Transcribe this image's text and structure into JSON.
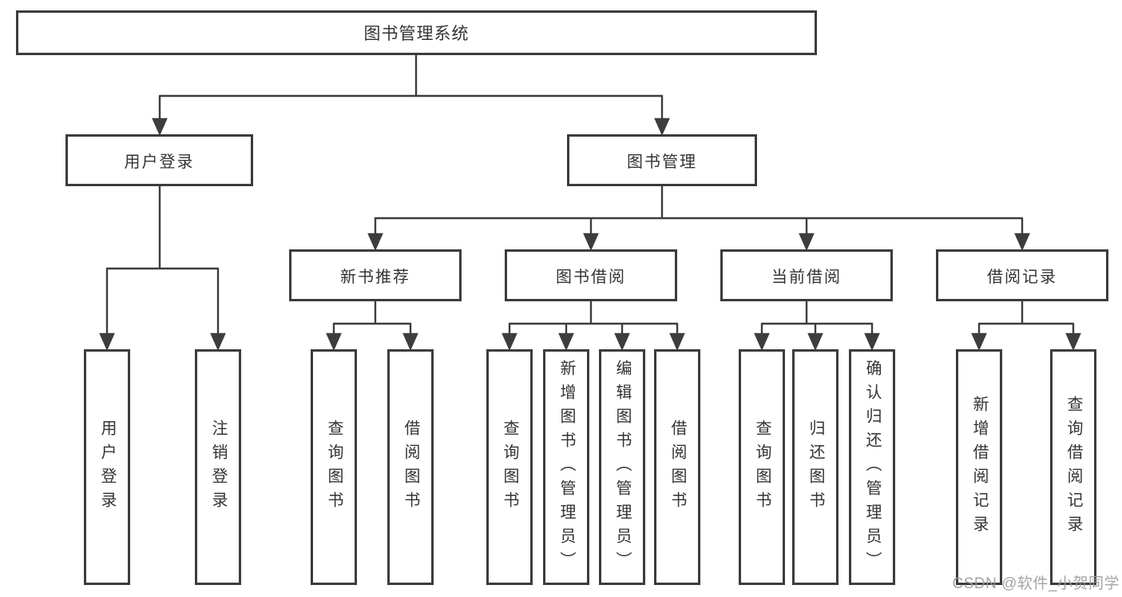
{
  "diagram": {
    "root": {
      "label": "图书管理系统"
    },
    "level2": [
      {
        "id": "user-login",
        "label": "用户登录"
      },
      {
        "id": "book-management",
        "label": "图书管理"
      }
    ],
    "level3": [
      {
        "id": "new-book-recommend",
        "label": "新书推荐",
        "parent": "图书管理"
      },
      {
        "id": "book-borrowing",
        "label": "图书借阅",
        "parent": "图书管理"
      },
      {
        "id": "current-borrowing",
        "label": "当前借阅",
        "parent": "图书管理"
      },
      {
        "id": "borrow-records",
        "label": "借阅记录",
        "parent": "图书管理"
      }
    ],
    "leaves": [
      {
        "label": "用户登录",
        "parent": "用户登录"
      },
      {
        "label": "注销登录",
        "parent": "用户登录"
      },
      {
        "label": "查询图书",
        "parent": "新书推荐"
      },
      {
        "label": "借阅图书",
        "parent": "新书推荐"
      },
      {
        "label": "查询图书",
        "parent": "图书借阅"
      },
      {
        "label": "新增图书（管理员）",
        "parent": "图书借阅"
      },
      {
        "label": "编辑图书（管理员）",
        "parent": "图书借阅"
      },
      {
        "label": "借阅图书",
        "parent": "图书借阅"
      },
      {
        "label": "查询图书",
        "parent": "当前借阅"
      },
      {
        "label": "归还图书",
        "parent": "当前借阅"
      },
      {
        "label": "确认归还（管理员）",
        "parent": "当前借阅"
      },
      {
        "label": "新增借阅记录",
        "parent": "借阅记录"
      },
      {
        "label": "查询借阅记录",
        "parent": "借阅记录"
      }
    ],
    "watermark": "CSDN @软件_小贺同学",
    "colors": {
      "line": "#3d3d3d",
      "border": "#3c3c3c",
      "text": "#333333",
      "watermark": "#9c9c9c",
      "background": "#ffffff"
    }
  }
}
